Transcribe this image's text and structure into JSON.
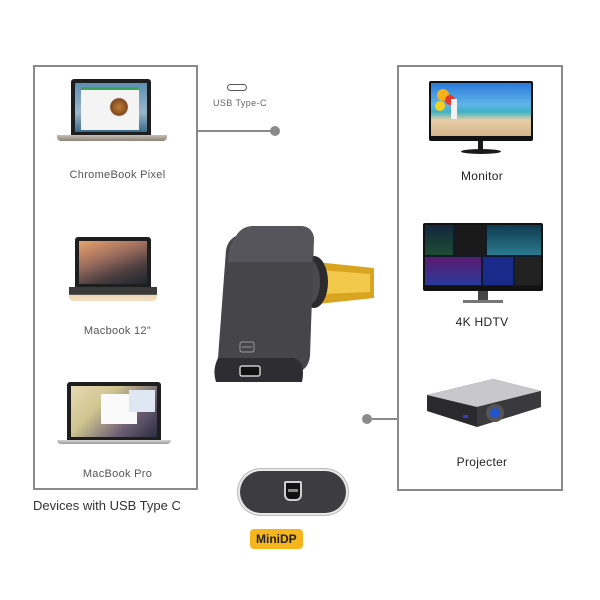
{
  "left_panel": {
    "caption": "Devices with USB Type C",
    "devices": [
      {
        "label": "ChromeBook Pixel",
        "icon": "laptop-icon"
      },
      {
        "label": "Macbook 12\"",
        "icon": "laptop-icon"
      },
      {
        "label": "MacBook Pro",
        "icon": "laptop-icon"
      }
    ]
  },
  "right_panel": {
    "devices": [
      {
        "label": "Monitor",
        "icon": "monitor-icon"
      },
      {
        "label": "4K HDTV",
        "icon": "tv-icon"
      },
      {
        "label": "Projecter",
        "icon": "projector-icon"
      }
    ]
  },
  "connector": {
    "input_label": "USB Type-C",
    "input_icon": "usb-c-port-icon",
    "output_label": "MiniDP",
    "output_icon": "mini-displayport-icon"
  },
  "colors": {
    "border": "#8a8a8a",
    "badge": "#f5b51f",
    "adapter_body": "#3d3d40",
    "connector_gold": "#d9a521"
  }
}
